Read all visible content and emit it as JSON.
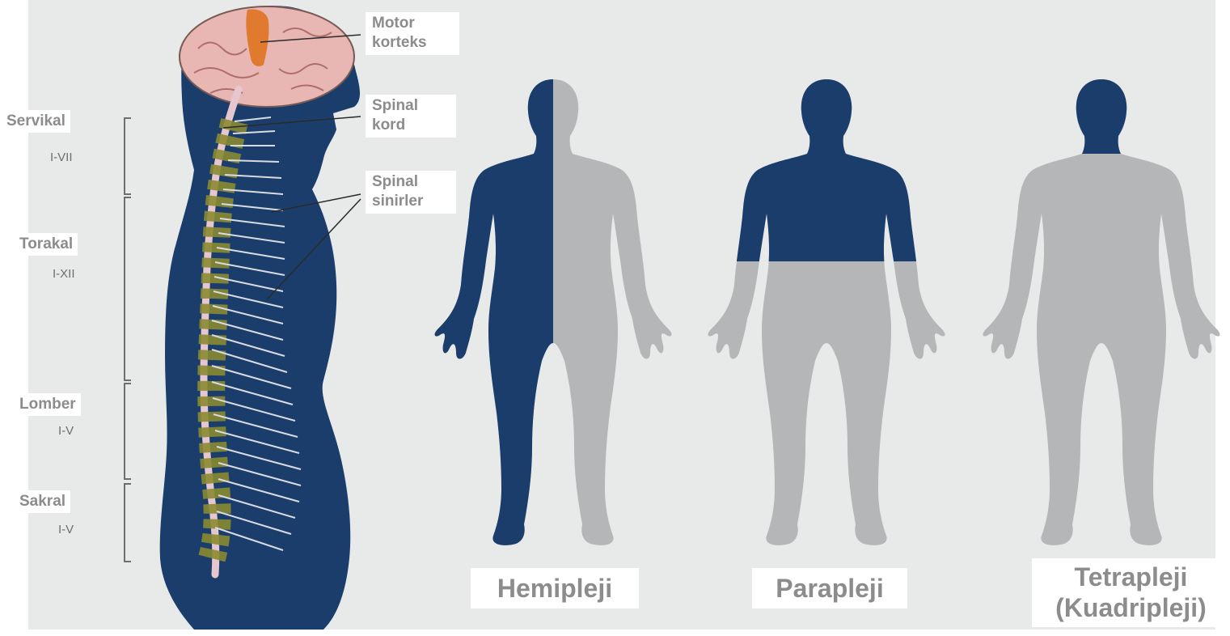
{
  "anatomy": {
    "motor_cortex": "Motor korteks",
    "spinal_cord": "Spinal kord",
    "spinal_nerves": "Spinal sinirler"
  },
  "segments": [
    {
      "name": "Servikal",
      "range": "I-VII"
    },
    {
      "name": "Torakal",
      "range": "I-XII"
    },
    {
      "name": "Lomber",
      "range": "I-V"
    },
    {
      "name": "Sakral",
      "range": "I-V"
    }
  ],
  "figures": [
    {
      "caption": "Hemipleji"
    },
    {
      "caption": "Parapleji"
    },
    {
      "caption_line1": "Tetrapleji",
      "caption_line2": "(Kuadripleji)"
    }
  ],
  "colors": {
    "background_panel": "#e8eaea",
    "body_blue": "#1b3d6c",
    "paralyzed_gray": "#b5b6b8",
    "spinal_cord": "#e6c7cf",
    "ganglia": "#8a8a32",
    "brain": "#e8b7b4",
    "motor_cortex": "#e07a2e",
    "label_text": "#8c8c8c"
  }
}
